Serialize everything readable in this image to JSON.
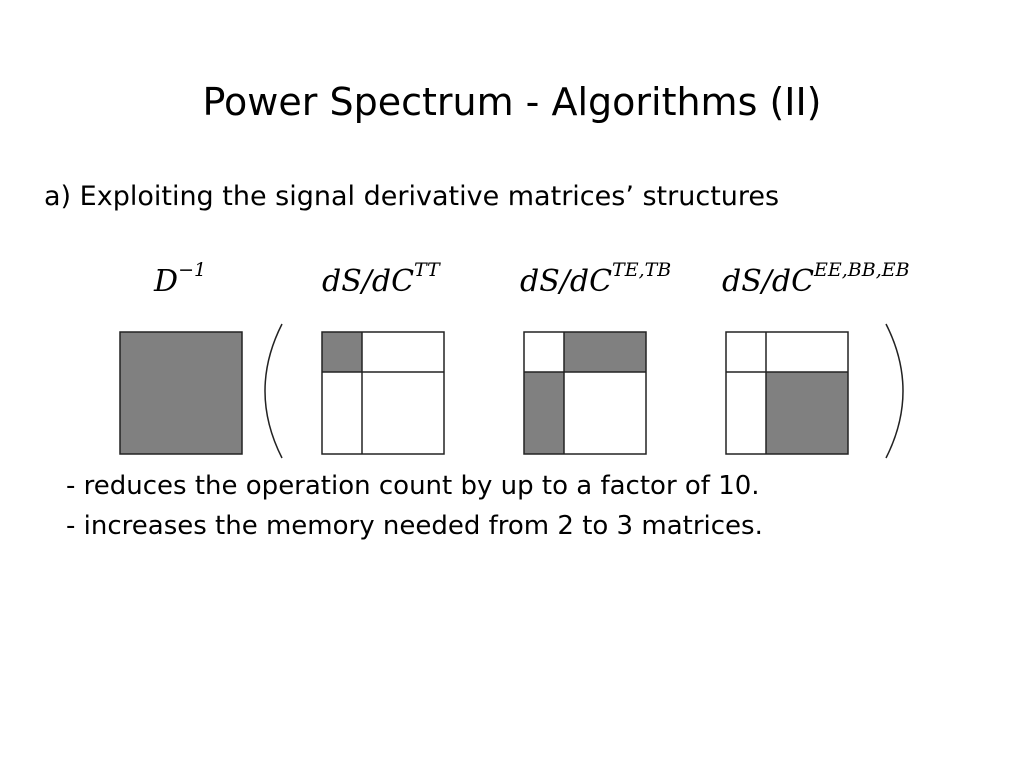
{
  "slide": {
    "title": "Power Spectrum - Algorithms (II)",
    "subheading": "a) Exploiting the signal derivative matrices’ structures"
  },
  "matrices": [
    {
      "base": "D",
      "superscript": "−1"
    },
    {
      "base": "dS/dC",
      "superscript": "TT"
    },
    {
      "base": "dS/dC",
      "superscript": "TE,TB"
    },
    {
      "base": "dS/dC",
      "superscript": "EE,BB,EB"
    }
  ],
  "colors": {
    "fill": "#808080",
    "stroke": "#222222"
  },
  "bullets": [
    "- reduces the operation count by up to a factor of 10.",
    "- increases the memory needed from 2 to 3 matrices."
  ]
}
